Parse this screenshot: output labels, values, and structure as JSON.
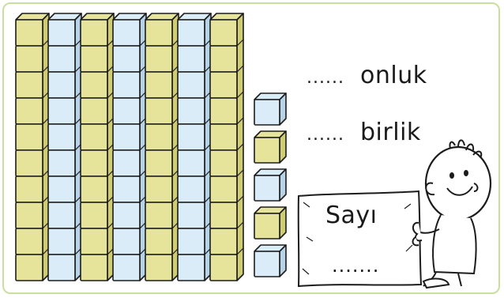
{
  "place_value": {
    "tens_label": "onluk",
    "ones_label": "birlik",
    "blank": "......",
    "tens_rods": 7,
    "ones_cubes": 5
  },
  "sign": {
    "title": "Sayı",
    "blank": "......."
  },
  "colors": {
    "yellow": "#e6e49a",
    "yellow_side": "#cfcc72",
    "blue": "#d9ecf8",
    "blue_side": "#b7d3e8",
    "outline": "#1c1c1c",
    "frame": "#c9dfa0"
  },
  "icons": [
    "tens-rod-icon",
    "unit-cube-icon",
    "cartoon-boy-icon"
  ]
}
